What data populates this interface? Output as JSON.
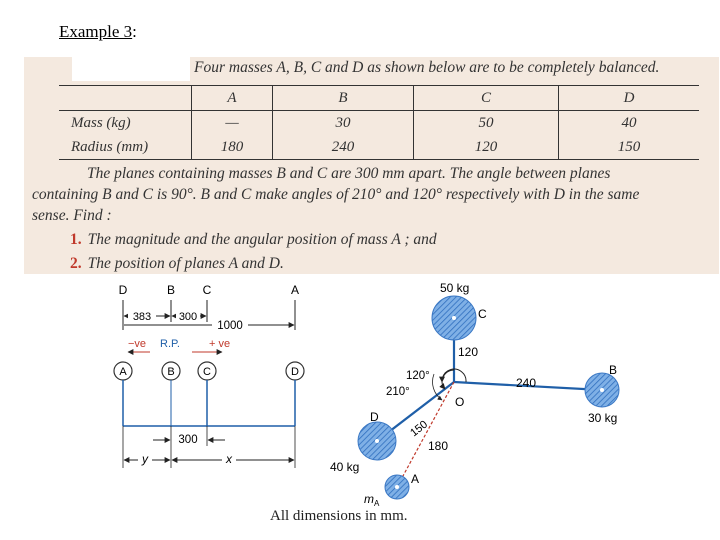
{
  "heading": {
    "title": "Example 3",
    "colon": ":"
  },
  "problem": {
    "intro": "Four masses A, B, C and D as shown below are to be completely balanced.",
    "table": {
      "header": [
        "",
        "A",
        "B",
        "C",
        "D"
      ],
      "rows": [
        [
          "Mass (kg)",
          "—",
          "30",
          "50",
          "40"
        ],
        [
          "Radius (mm)",
          "180",
          "240",
          "120",
          "150"
        ]
      ]
    },
    "paragraph_lines": [
      "The planes containing masses B and C are 300 mm apart. The angle between planes",
      "containing B and C is 90°. B and C make angles of 210° and 120° respectively with D in the same",
      "sense. Find :"
    ],
    "tasks": [
      {
        "num": "1.",
        "text": "The magnitude and the angular position of mass A ; and"
      },
      {
        "num": "2.",
        "text": "The position of planes A and D."
      }
    ]
  },
  "figure_left": {
    "plane_labels": [
      "D",
      "B",
      "C",
      "A"
    ],
    "dim_383": "383",
    "dim_300_top": "300",
    "dim_1000": "1000",
    "ve_neg": "−ve",
    "rp": "R.P.",
    "ve_pos": "+ ve",
    "circle_labels": [
      "A",
      "B",
      "C",
      "D"
    ],
    "dim_300_bottom": "300",
    "dim_y": "y",
    "dim_x": "x"
  },
  "figure_right": {
    "mass_c": "50 kg",
    "label_c": "C",
    "r_c": "120",
    "angle_120": "120°",
    "angle_210": "210°",
    "r_b": "240",
    "label_b": "B",
    "mass_b": "30 kg",
    "label_o": "O",
    "label_d": "D",
    "r_d": "150",
    "r_a": "180",
    "mass_d": "40 kg",
    "label_a": "A",
    "label_ma": "m",
    "label_ma_sub": "A"
  },
  "caption": "All dimensions in mm.",
  "colors": {
    "panel_bg": "#f4e9df",
    "hatch_blue": "#3b78c4",
    "dim_blue": "#1f5fa8",
    "red_text": "#c0392b"
  }
}
